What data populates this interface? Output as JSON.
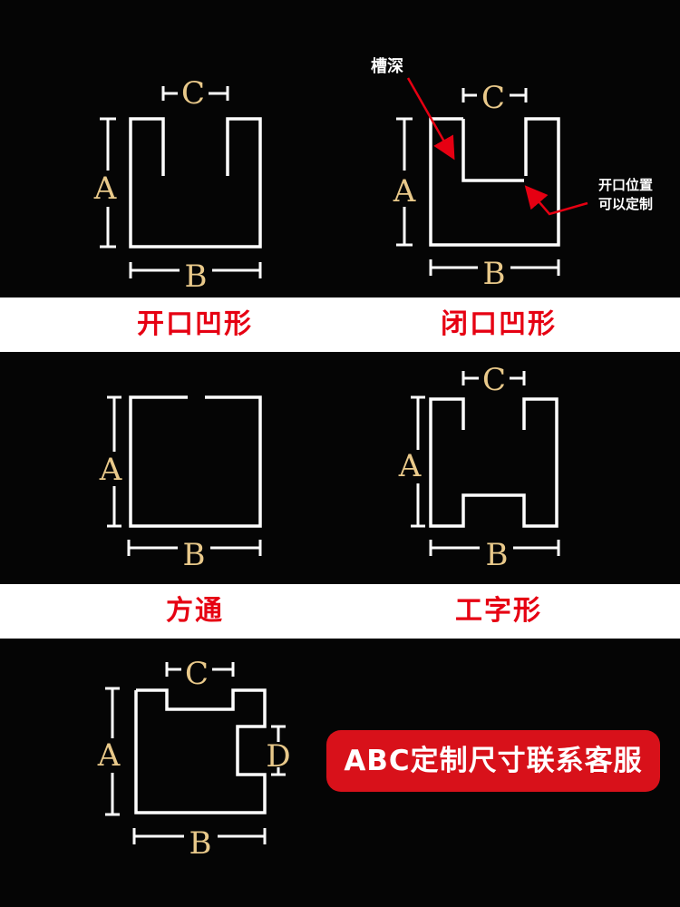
{
  "shapes": {
    "open_u": {
      "label": "开口凹形",
      "dims": {
        "a": "A",
        "b": "B",
        "c": "C"
      }
    },
    "closed_u": {
      "label": "闭口凹形",
      "dims": {
        "a": "A",
        "b": "B",
        "c": "C"
      },
      "groove_note": "槽深",
      "opening_note_line1": "开口位置",
      "opening_note_line2": "可以定制"
    },
    "square_tube": {
      "label": "方通",
      "dims": {
        "a": "A",
        "b": "B"
      }
    },
    "i_shape": {
      "label": "工字形",
      "dims": {
        "a": "A",
        "b": "B",
        "c": "C"
      }
    },
    "custom": {
      "dims": {
        "a": "A",
        "b": "B",
        "c": "C",
        "d": "D"
      }
    }
  },
  "cta": {
    "text": "ABC定制尺寸联系客服"
  },
  "colors": {
    "background": "#050505",
    "band": "#ffffff",
    "label_red": "#e60012",
    "dimension_gold": "#e9c98a",
    "cta_red": "#d8111a",
    "arrow_red": "#e60012"
  }
}
